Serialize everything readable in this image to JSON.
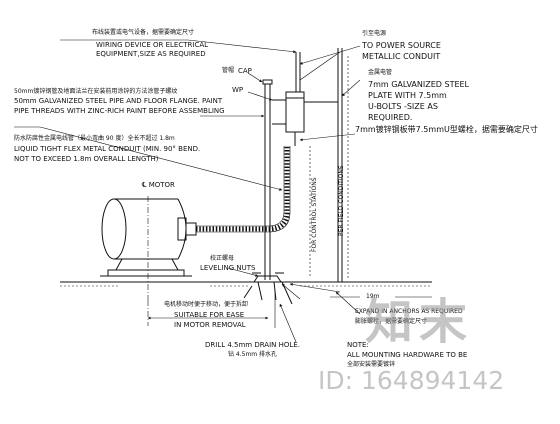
{
  "colors": {
    "line": "#111111",
    "watermark": "#9a9a9a",
    "background": "#ffffff"
  },
  "labels": {
    "wiring_cn": "布线装置或电气设备，据需要确定尺寸",
    "wiring_en1": "WIRING DEVICE OR ELECTRICAL",
    "wiring_en2": "EQUIPMENT,SIZE AS REQUIRED",
    "power_cn": "引至电源",
    "power_en1": "TO POWER SOURCE",
    "power_en2": "METALLIC CONDUIT",
    "plate_cn": "金属电管",
    "plate_en1": "7mm GALVANIZED STEEL",
    "plate_en2": "PLATE WITH 7.5mm",
    "plate_en3": "U-BOLTS -SIZE AS",
    "plate_en4": "REQUIRED.",
    "plate_note": "7mm镀锌钢板带7.5mmU型螺栓，据需要确定尺寸",
    "cap_cn": "管帽",
    "cap": "CAP",
    "wp": "WP",
    "pipe_cn": "50mm镀锌钢管及地面法兰在安装前用涂锌的方法涂管子螺纹",
    "pipe_en1": "50mm GALVANIZED STEEL PIPE AND FLOOR FLANGE. PAINT",
    "pipe_en2": "PIPE THREADS WITH ZINC-RICH PAINT BEFORE ASSEMBLING",
    "flex_cn": "防水防腐性金属电线管（最小弯曲 90 度）全长不超过 1.8m",
    "flex_en1": "LIQUID TIGHT FLEX METAL CONDUIT (MIN. 90° BEND.",
    "flex_en2": "NOT TO EXCEED 1.8m OVERALL LENGTH)",
    "motor": "℄ MOTOR",
    "control_stations": "FOR CONTROL STATIONS",
    "per_field": "PER FIELD CONDITIONS",
    "leveling_cn": "校正螺母",
    "leveling_en": "LEVELING NUTS",
    "removal_cn": "电机移动时便于移动，便于拆卸",
    "removal_en1": "SUITABLE FOR EASE",
    "removal_en2": "IN MOTOR REMOVAL",
    "drain_en": "DRILL 4.5mm DRAIN HOLE.",
    "drain_cn": "钻 4.5mm 排水孔",
    "dim_19": "19m",
    "expand_en": "EXPAND IN ANCHORS AS REQUIRED",
    "expand_cn": "膨胀螺栓，据需要确定尺寸",
    "note_label": "NOTE:",
    "note_en": "ALL MOUNTING HARDWARE TO BE",
    "note_cn": "全部安装需要镀锌",
    "watermark_logo": "知末",
    "watermark_id": "ID: 164894142"
  }
}
